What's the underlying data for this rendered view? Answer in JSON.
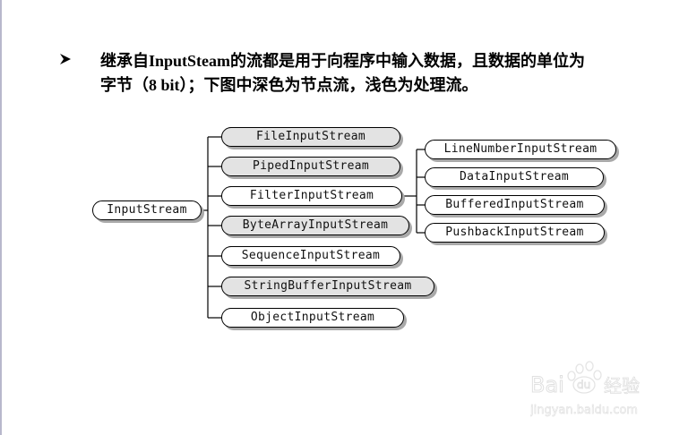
{
  "heading": {
    "bullet_icon": "arrowhead-bullet",
    "line1": "继承自InputSteam的流都是用于向程序中输入数据，且数据的单位为",
    "line2": "字节（8 bit）；下图中深色为节点流，浅色为处理流。"
  },
  "diagram": {
    "root": {
      "label": "InputStream",
      "type": "processing"
    },
    "children": [
      {
        "label": "FileInputStream",
        "type": "node"
      },
      {
        "label": "PipedInputStream",
        "type": "node"
      },
      {
        "label": "FilterInputStream",
        "type": "processing"
      },
      {
        "label": "ByteArrayInputStream",
        "type": "node"
      },
      {
        "label": "SequenceInputStream",
        "type": "processing"
      },
      {
        "label": "StringBufferInputStream",
        "type": "node"
      },
      {
        "label": "ObjectInputStream",
        "type": "processing"
      }
    ],
    "filter_children": [
      {
        "label": "LineNumberInputStream",
        "type": "processing"
      },
      {
        "label": "DataInputStream",
        "type": "processing"
      },
      {
        "label": "BufferedInputStream",
        "type": "processing"
      },
      {
        "label": "PushbackInputStream",
        "type": "processing"
      }
    ],
    "colors": {
      "node_fill": "#e3e3e3",
      "processing_fill": "#ffffff",
      "shadow": "#a9a9a9"
    }
  },
  "watermark": {
    "brand": "Baidu经验",
    "url": "jingyan.baidu.com"
  }
}
